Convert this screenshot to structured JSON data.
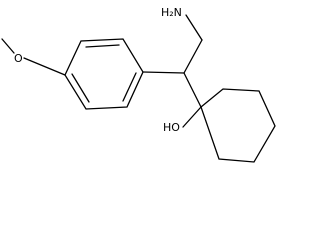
{
  "structure": {
    "labels": {
      "amine": "H₂N",
      "hydroxyl": "HO",
      "methoxy_oxygen": "O"
    },
    "colors": {
      "bonds": "#000000",
      "text": "#000000",
      "background": "#ffffff"
    }
  }
}
